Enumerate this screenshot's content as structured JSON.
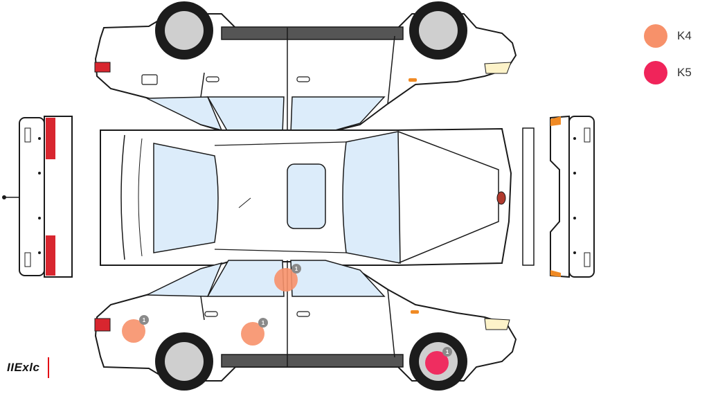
{
  "legend": [
    {
      "label": "K4",
      "color": "#f7916a"
    },
    {
      "label": "K5",
      "color": "#f0245a"
    }
  ],
  "damage_markers": [
    {
      "zone": "front-door-right",
      "legend": "K4",
      "count": "1"
    },
    {
      "zone": "rear-quarter-right",
      "legend": "K4",
      "count": "1"
    },
    {
      "zone": "rear-door-right",
      "legend": "K4",
      "count": "1"
    },
    {
      "zone": "front-wheel-right",
      "legend": "K5",
      "count": "1"
    }
  ],
  "logo": {
    "text": "IIExlc"
  },
  "colors": {
    "glass": "#dcecfa",
    "outline": "#1a1a1a",
    "tire": "#1c1c1c",
    "rim": "#cfcfcf",
    "trim": "#555555",
    "taillight": "#d8262f",
    "indicator": "#f08a24",
    "headlight": "#fdf3c9",
    "badge": "#8a8a8a"
  }
}
